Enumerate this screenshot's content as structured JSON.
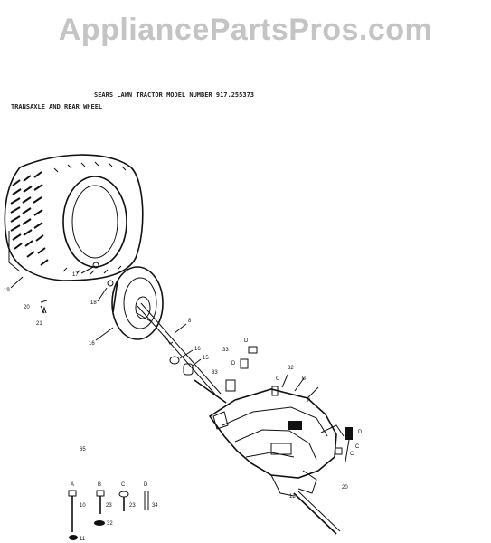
{
  "watermark": "AppliancePartsPros.com",
  "header": {
    "model_line": "SEARS LAWN TRACTOR MODEL NUMBER 917.255373",
    "section_title": "TRANSAXLE AND REAR WHEEL"
  },
  "callouts": {
    "tire": "19",
    "valve": "17",
    "rim_hub": "18",
    "wheel": "16",
    "screw": "20",
    "screw_ref": "21",
    "key": "8",
    "spacer": "16",
    "washer": "15",
    "bolt_d": "D",
    "bolt_33a": "33",
    "bolt_d2": "D",
    "bolt_33b": "33",
    "ref_32": "32",
    "ref_b": "B",
    "ref_c": "C",
    "ref_a": "A",
    "ref_d3": "D",
    "ref_c2": "C",
    "ref_c3": "C",
    "ref_20": "20",
    "ref_13": "13",
    "ref_65": "65"
  },
  "legend": [
    {
      "letter": "A",
      "part": "10"
    },
    {
      "letter": "B",
      "part": "23"
    },
    {
      "letter": "C",
      "part": "23"
    },
    {
      "letter": "D",
      "part": "34"
    }
  ],
  "legend_extra": {
    "washer": "32",
    "nut": "11"
  }
}
